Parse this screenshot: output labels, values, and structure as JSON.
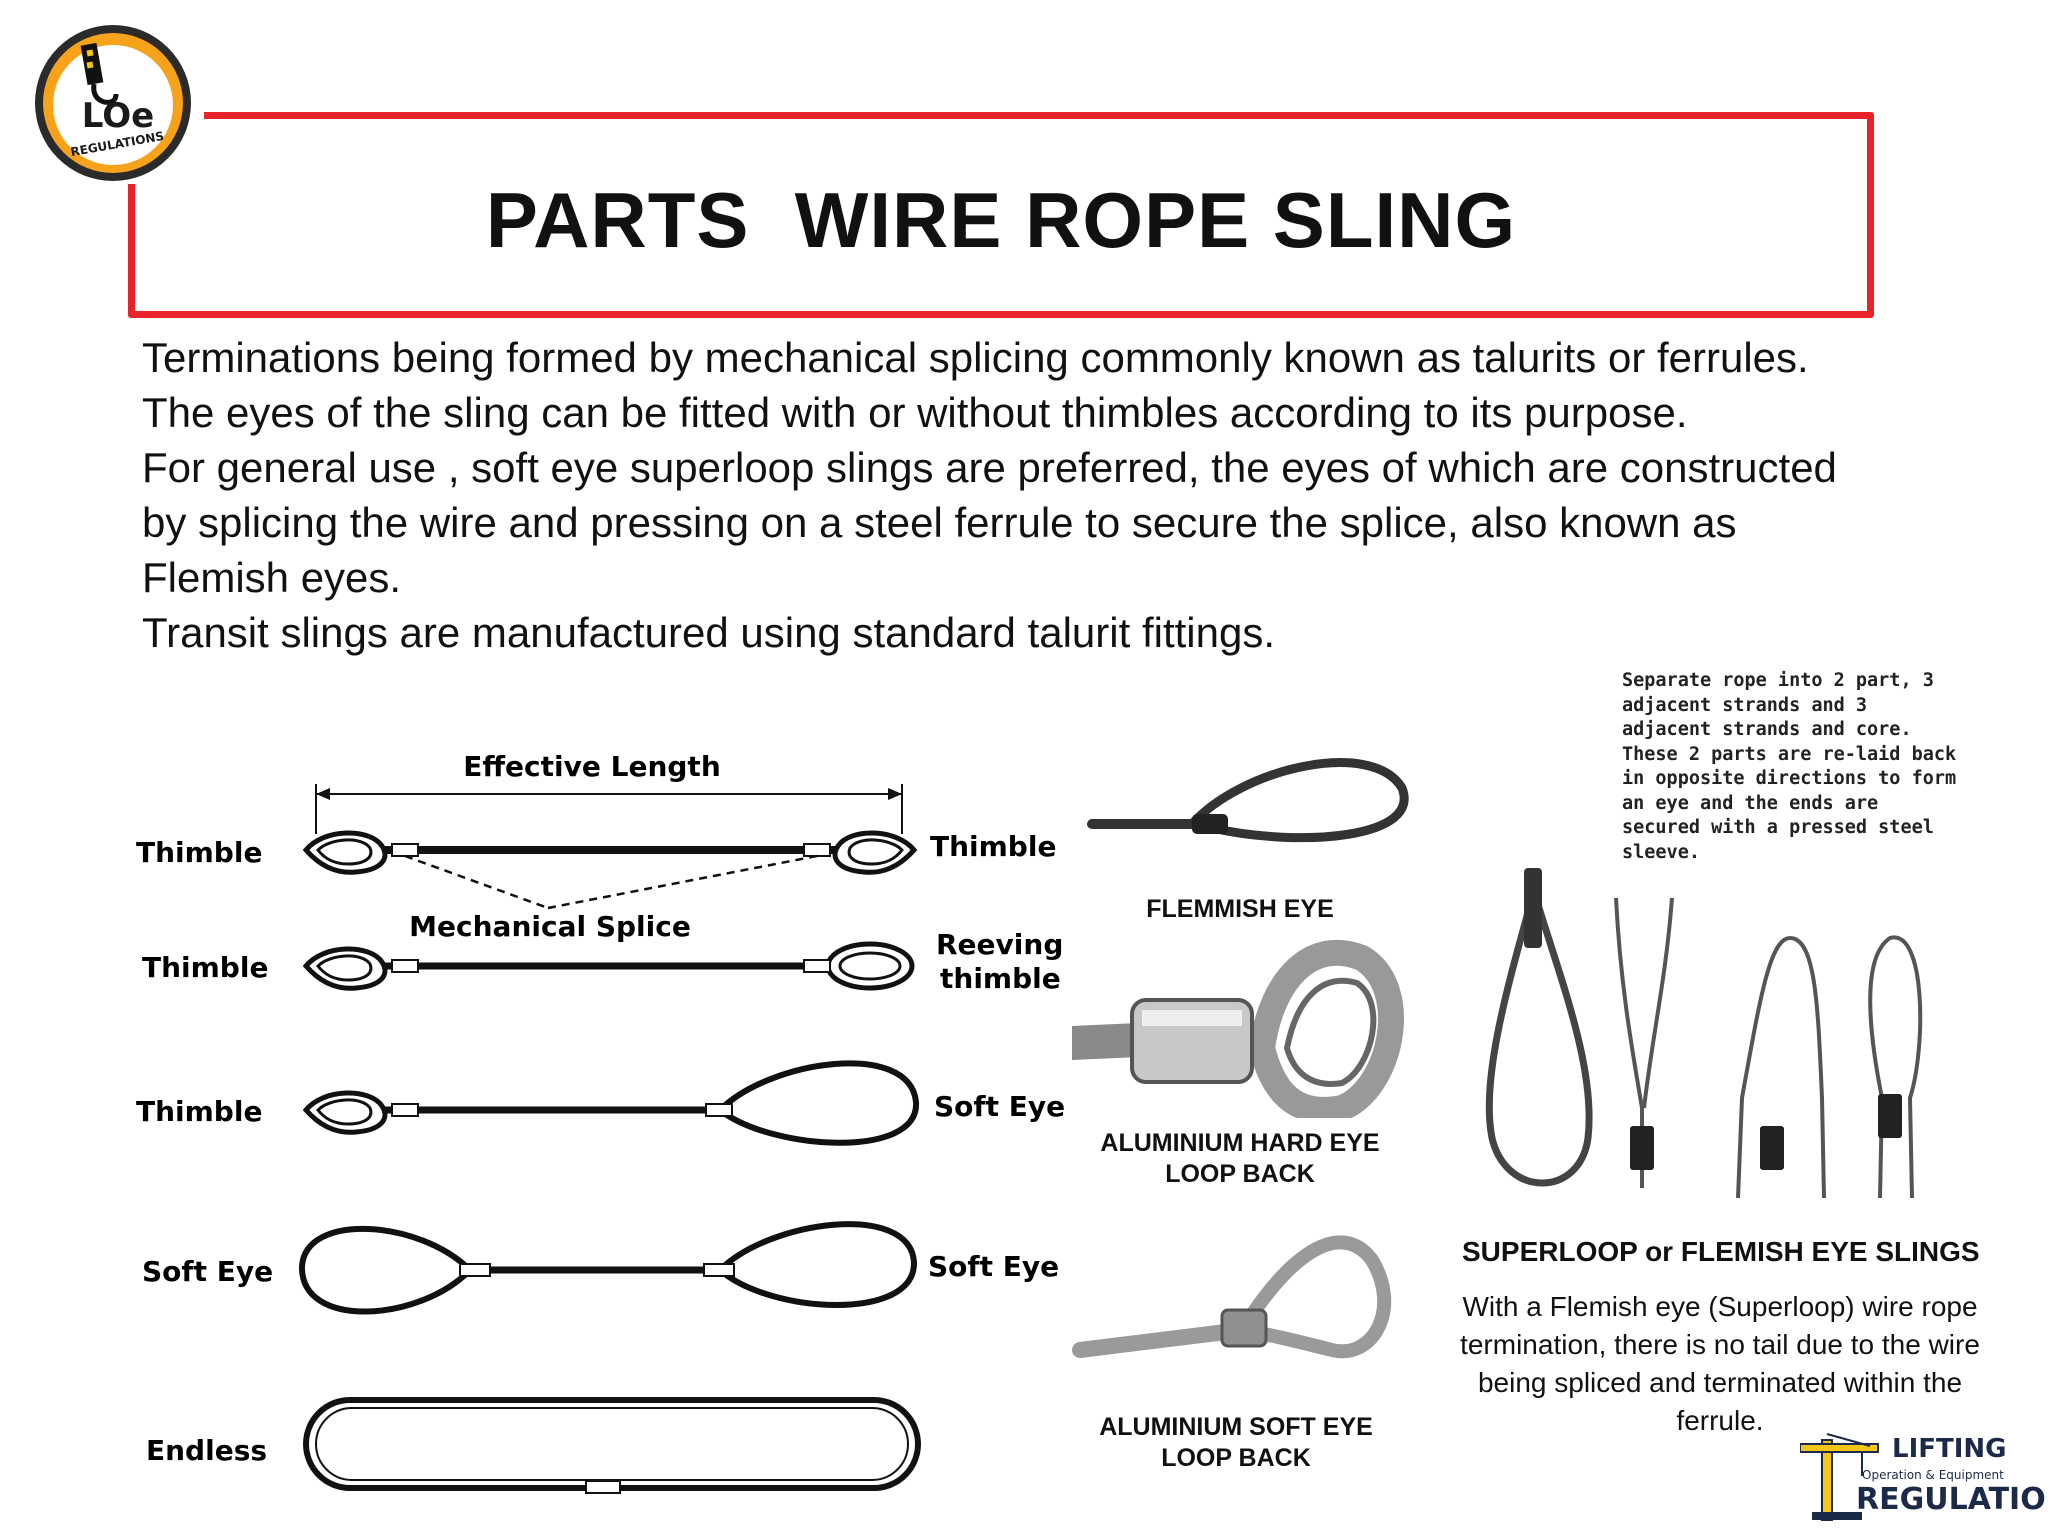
{
  "logo": {
    "text": "LOe",
    "subtext": "REGULATIONS",
    "icon": "crane-hook-icon"
  },
  "title": "PARTS  WIRE ROPE SLING",
  "paragraphs": [
    "Terminations being formed by mechanical splicing commonly  known as talurits or ferrules.",
    "The eyes of the sling can  be fitted with or without thimbles according to its purpose.",
    "For general use , soft eye superloop slings are preferred, the eyes of which  are constructed by splicing the wire and pressing on a steel ferrule to secure the splice, also known as Flemish eyes.",
    "Transit slings are manufactured using standard talurit fittings."
  ],
  "diagram": {
    "effective_length": "Effective Length",
    "mechanical_splice": "Mechanical Splice",
    "row1": {
      "left": "Thimble",
      "right": "Thimble"
    },
    "row2": {
      "left": "Thimble",
      "right_line1": "Reeving",
      "right_line2": "thimble"
    },
    "row3": {
      "left": "Thimble",
      "right": "Soft Eye"
    },
    "row4": {
      "left": "Soft Eye",
      "right": "Soft Eye"
    },
    "row5": {
      "left": "Endless"
    }
  },
  "eye_types": [
    {
      "line1": "FLEMMISH EYE",
      "line2": ""
    },
    {
      "line1": "ALUMINIUM HARD EYE",
      "line2": "LOOP BACK"
    },
    {
      "line1": "ALUMINIUM SOFT EYE",
      "line2": "LOOP BACK"
    }
  ],
  "note": "Separate rope into 2 part, 3 adjacent strands and 3 adjacent strands and core. These 2 parts are re-laid back in opposite directions to form an eye and the ends are secured with a pressed steel sleeve.",
  "superloop": {
    "heading": "SUPERLOOP or FLEMISH EYE SLINGS",
    "description": "With a Flemish eye (Superloop) wire rope termination, there is no tail due to the wire being spliced and terminated within the ferrule."
  },
  "brand": {
    "line1": "LIFTING",
    "line2": "Operation & Equipment",
    "line3": "REGULATIONS",
    "icon": "tower-crane-icon"
  },
  "colors": {
    "frame": "#e8232a",
    "logo_orange": "#f7a21b",
    "logo_ring": "#2b2b2b",
    "brand_yellow": "#f5c518",
    "brand_navy": "#1c2a4a"
  }
}
